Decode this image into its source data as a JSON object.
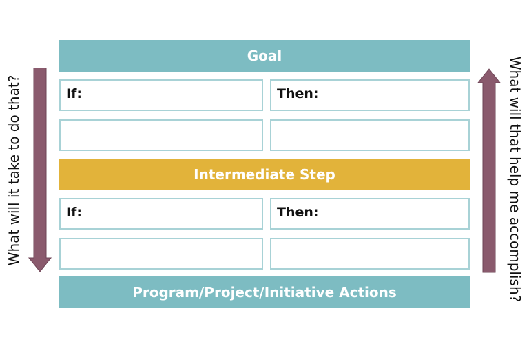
{
  "bars": {
    "goal": "Goal",
    "intermediate": "Intermediate Step",
    "actions": "Program/Project/Initiative Actions"
  },
  "rows": {
    "upper_left": "If:",
    "upper_right": "Then:",
    "lower_left": "If:",
    "lower_right": "Then:"
  },
  "side_labels": {
    "left": "What will it take to do that?",
    "right": "What will that help me accomplish?"
  },
  "colors": {
    "teal": "#7dbcc2",
    "gold": "#e2b33a",
    "arrow": "#8a5a6d",
    "cell_border": "#a8d2d6"
  }
}
